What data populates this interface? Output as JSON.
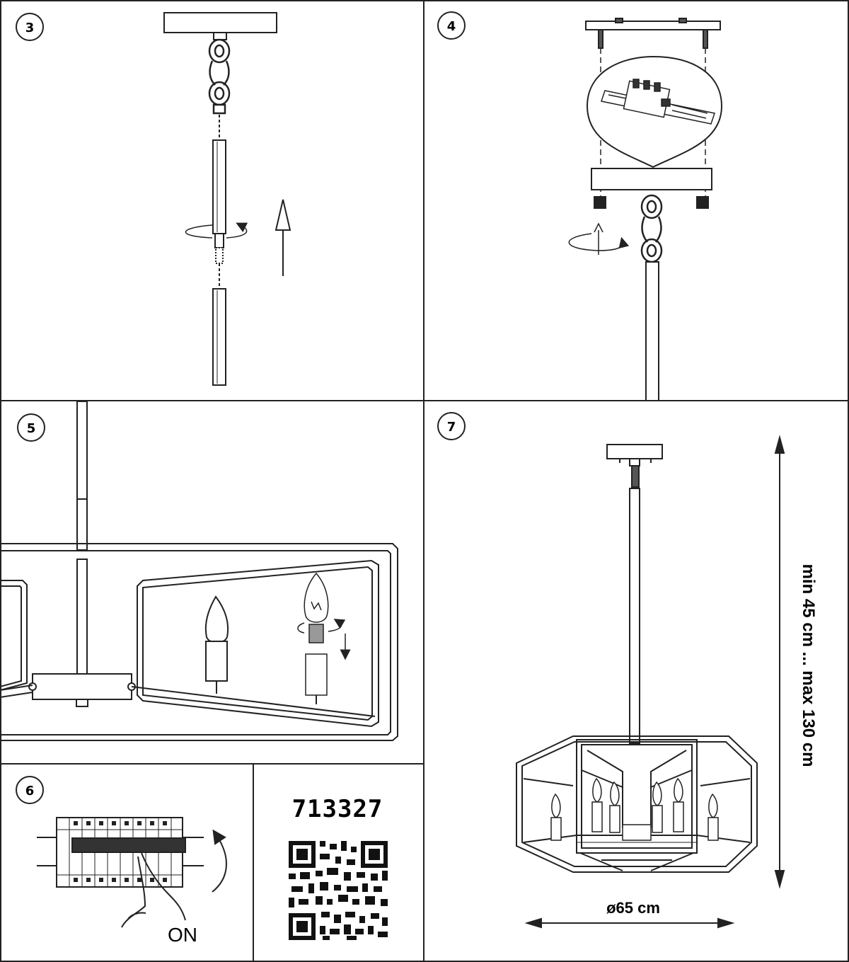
{
  "steps": {
    "step3": "3",
    "step4": "4",
    "step5": "5",
    "step6": "6",
    "step7": "7"
  },
  "product": {
    "code": "713327"
  },
  "switch_label": "ON",
  "dimensions": {
    "height_range": "min 45 cm ... max 130 cm",
    "diameter": "ø65 cm"
  },
  "colors": {
    "line": "#222222",
    "grey": "#888888"
  }
}
